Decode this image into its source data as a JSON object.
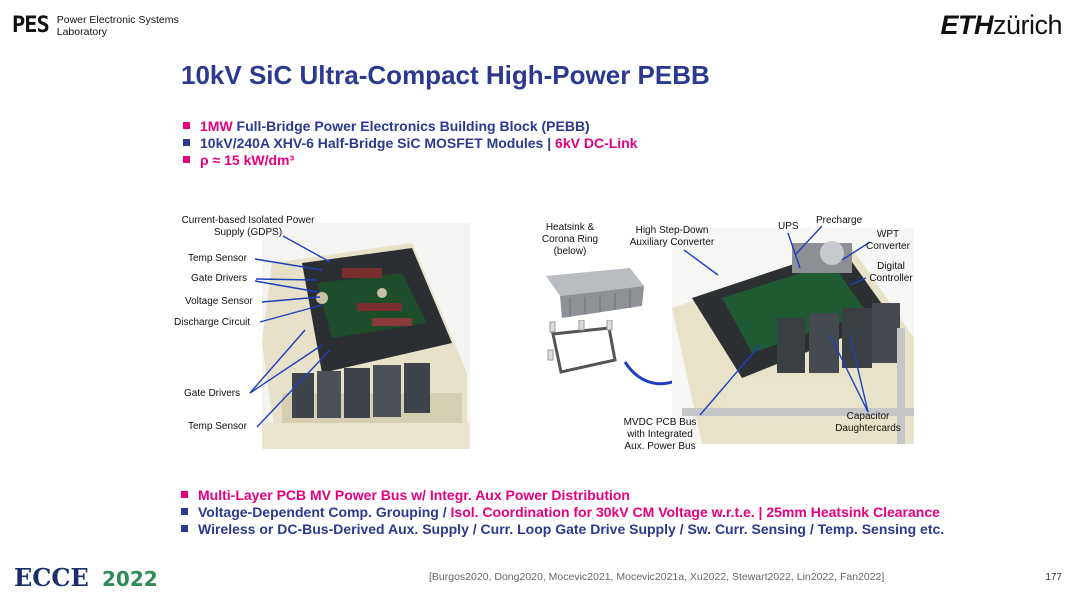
{
  "header": {
    "org_mark": "PES",
    "org_line1": "Power Electronic Systems",
    "org_line2": "Laboratory",
    "eth_bold": "ETH",
    "eth_rest": "zürich"
  },
  "slide": {
    "title": "10kV SiC Ultra-Compact High-Power PEBB",
    "top_bullets": [
      {
        "color": "#e6007e",
        "parts": [
          {
            "t": "1MW",
            "c": "#e6007e"
          },
          {
            "t": " Full-Bridge Power Electronics Building Block (PEBB)",
            "c": "#2b3990"
          }
        ]
      },
      {
        "color": "#2b3990",
        "parts": [
          {
            "t": "10kV/240A XHV-6 Half-Bridge SiC MOSFET Modules  | ",
            "c": "#2b3990"
          },
          {
            "t": "6kV DC-Link",
            "c": "#e6007e"
          }
        ]
      },
      {
        "color": "#e6007e",
        "parts": [
          {
            "t": "ρ ≈ 15 kW/dm³",
            "c": "#e6007e"
          }
        ]
      }
    ],
    "bottom_bullets": [
      {
        "color": "#e6007e",
        "parts": [
          {
            "t": "Multi-Layer PCB MV Power Bus w/ Integr. Aux Power Distribution",
            "c": "#e6007e"
          }
        ]
      },
      {
        "color": "#2b3990",
        "parts": [
          {
            "t": "Voltage-Dependent Comp. Grouping / ",
            "c": "#2b3990"
          },
          {
            "t": "Isol. Coordination for 30kV CM Voltage w.r.t.e. | 25mm Heatsink Clearance",
            "c": "#e6007e"
          }
        ]
      },
      {
        "color": "#2b3990",
        "parts": [
          {
            "t": "Wireless or DC-Bus-Derived Aux. Supply / Curr. Loop Gate Drive Supply / Sw. Curr. Sensing / Temp. Sensing etc.",
            "c": "#2b3990"
          }
        ]
      }
    ]
  },
  "left_figure": {
    "callouts": {
      "gdps_l1": "Current-based Isolated Power",
      "gdps_l2": "Supply (GDPS)",
      "temp_sensor_top": "Temp Sensor",
      "gate_drivers_top": "Gate Drivers",
      "voltage_sensor": "Voltage Sensor",
      "discharge_circuit": "Discharge Circuit",
      "gate_drivers_bottom": "Gate Drivers",
      "temp_sensor_bottom": "Temp Sensor"
    }
  },
  "right_figure": {
    "callouts": {
      "heatsink_l1": "Heatsink &",
      "heatsink_l2": "Corona Ring",
      "heatsink_l3": "(below)",
      "aux_l1": "High Step-Down",
      "aux_l2": "Auxiliary Converter",
      "ups": "UPS",
      "precharge": "Precharge",
      "wpt_l1": "WPT",
      "wpt_l2": "Converter",
      "dc_l1": "Digital",
      "dc_l2": "Controller",
      "mvdc_l1": "MVDC PCB Bus",
      "mvdc_l2": "with Integrated",
      "mvdc_l3": "Aux. Power Bus",
      "cap_l1": "Capacitor",
      "cap_l2": "Daughtercards"
    }
  },
  "footer": {
    "references": "[Burgos2020, Dong2020, Mocevic2021, Mocevic2021a, Xu2022, Stewart2022, Lin2022, Fan2022]",
    "page_number": "177",
    "conference_logo_text": "ECCE",
    "conference_year": "2022"
  },
  "colors": {
    "navy": "#2b3990",
    "magenta": "#e6007e",
    "callout_line": "#1f3fbf"
  }
}
